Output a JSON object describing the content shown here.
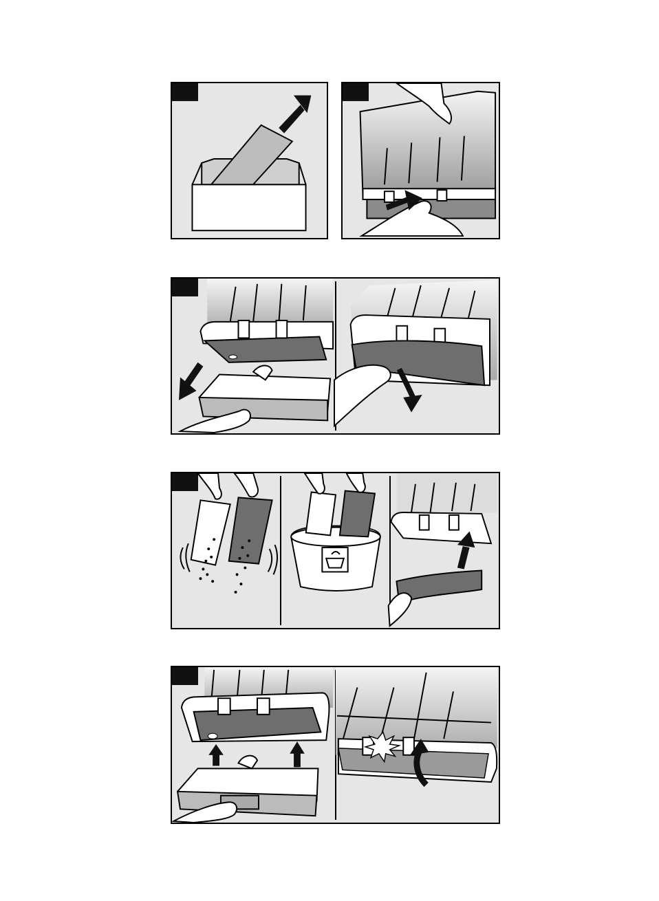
{
  "page": {
    "background": "#ffffff",
    "panel_fill": "#e6e6e6",
    "filter_dark": "#6e6e6e",
    "figures": [
      {
        "name": "figure-1",
        "steps": [
          "insert-bag-into-envelope",
          "press-release-tab"
        ]
      },
      {
        "name": "figure-2",
        "steps": [
          "remove-filter-tray",
          "remove-filter-pad"
        ]
      },
      {
        "name": "figure-3",
        "steps": [
          "tap-out-dust",
          "wash-filters",
          "reinsert-filter-pad"
        ]
      },
      {
        "name": "figure-4",
        "steps": [
          "insert-filter-tray",
          "close-housing-click"
        ]
      }
    ]
  }
}
